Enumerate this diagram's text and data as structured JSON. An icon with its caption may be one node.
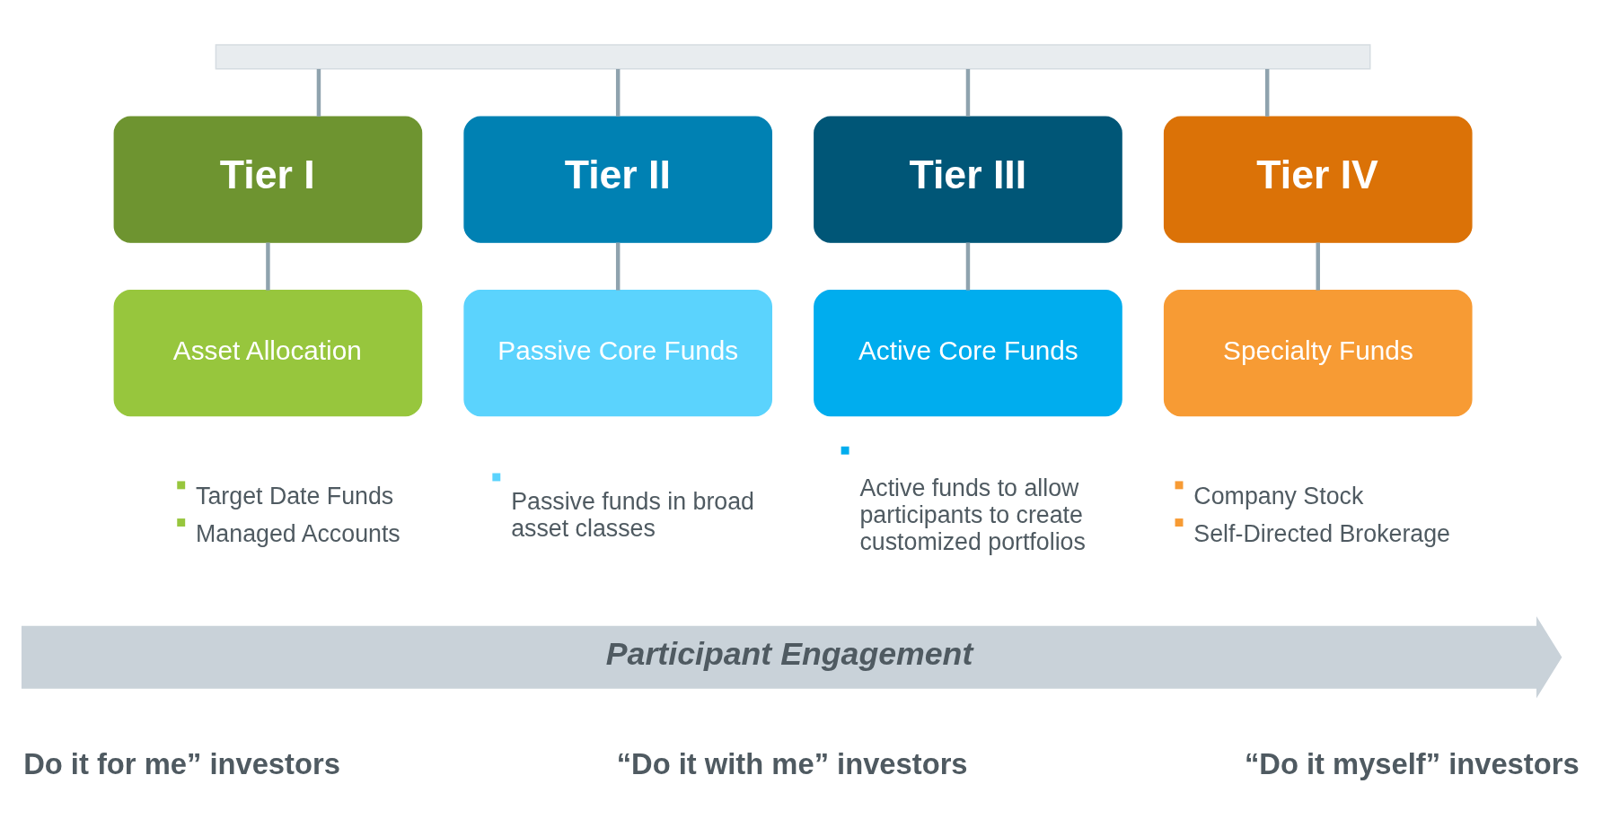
{
  "diagram": {
    "nodes": [
      {
        "text": [],
        "shape": "box"
      },
      {
        "text": [
          "Tier I"
        ]
      },
      {
        "text": [
          "Tier II"
        ]
      },
      {
        "text": [
          "Tier III"
        ]
      },
      {
        "text": [
          "Tier IV"
        ]
      },
      {
        "text": [
          "Asset Allocation"
        ],
        "beside": [
          "Target Date Funds",
          "Managed Accounts"
        ]
      },
      {
        "text": [
          "Passive Core Funds"
        ],
        "beside": [
          "Passive funds in broad asset classes"
        ]
      },
      {
        "text": [
          "Active Core Funds"
        ],
        "beside": [
          "Active funds to allow participants to create customized portfolios"
        ]
      },
      {
        "text": [
          "Specialty Funds"
        ],
        "beside": [
          "Company Stock",
          "Self-Directed Brokerage"
        ]
      }
    ],
    "edges": [
      {
        "from": 0,
        "to": 1,
        "arrow": "none"
      },
      {
        "from": 0,
        "to": 2,
        "arrow": "none"
      },
      {
        "from": 0,
        "to": 3,
        "arrow": "none"
      },
      {
        "from": 0,
        "to": 4,
        "arrow": "none"
      },
      {
        "from": 1,
        "to": 5,
        "arrow": "none"
      },
      {
        "from": 2,
        "to": 6,
        "arrow": "none"
      },
      {
        "from": 3,
        "to": 7,
        "arrow": "none"
      },
      {
        "from": 4,
        "to": 8,
        "arrow": "none"
      }
    ],
    "labels": [
      "Participant Engagement",
      "Do it for me” investors",
      "“Do it with me” investors",
      "“Do it myself” investors"
    ]
  }
}
